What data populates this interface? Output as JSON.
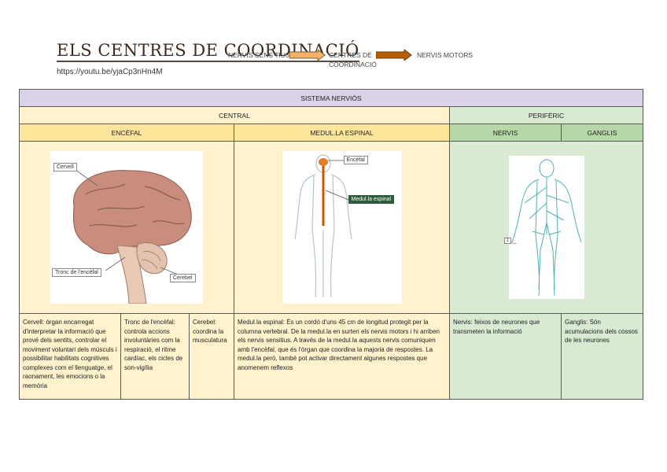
{
  "header": {
    "title": "ELS CENTRES DE COORDINACIÓ",
    "link": "https://youtu.be/yjaCp3nHn4M"
  },
  "flow": {
    "step1": "NERVIS SENS TIUS",
    "step2a": "CENTRES DE",
    "step2b": "COORDINACIÓ",
    "step3": "NERVIS MOTORS",
    "arrow1_color": "#f6b26b",
    "arrow2_color": "#b45f06"
  },
  "table": {
    "sistema": "SISTEMA NERVIÓS",
    "central": "CENTRAL",
    "periferic": "PERIFÈRIC",
    "encefal": "ENCÈFAL",
    "medulla": "MEDUL.LA ESPINAL",
    "nervis": "NERVIS",
    "ganglis": "GANGLIS",
    "brain_labels": {
      "cervell": "Cervell",
      "tronc": "Tronc de l'encèfal",
      "cerebel": "Cerebel"
    },
    "spine_labels": {
      "encefal": "Encèfal",
      "medulla": "Medul.la espinal"
    },
    "nerves_label": "1",
    "desc_cervell": "Cervell: òrgan encarregat d'interpretar la informació que prové dels sentits, controlar el moviment voluntari dels músculs i possibilitar habilitats cognitives complexes com el llenguatge, el raonament, les emocions o la memòria",
    "desc_tronc": "Tronc de l'encèfal: controla accions involuntàries com la respiració, el ritme cardíac, els cicles de son-vigília",
    "desc_cerebel": "Cerebel: coordina la musculatura",
    "desc_medulla": "Medul.la espinal: És un cordó d'uns 45 cm de longitud protegit per la columna vertebral. De la medul.la en surten els nervis motors i hi arriben els nervis sensitius. A través de la medul.la aquests nervis comuniquen amb l'encèfal, que és l'òrgan que coordina la majoria de respostes. La medul.la però, també pot activar directament algunes respostes que anomenem reflexos",
    "desc_nervis": "Nervis: feixos de neurones que transmeten la informació",
    "desc_ganglis": "Ganglis: Són acumulacions dels cossos de les neurones"
  },
  "colors": {
    "lavender": "#d9d2e9",
    "light_yellow": "#fff2cc",
    "yellow": "#ffe599",
    "light_green": "#d9ead3",
    "green": "#b6d7a8"
  }
}
